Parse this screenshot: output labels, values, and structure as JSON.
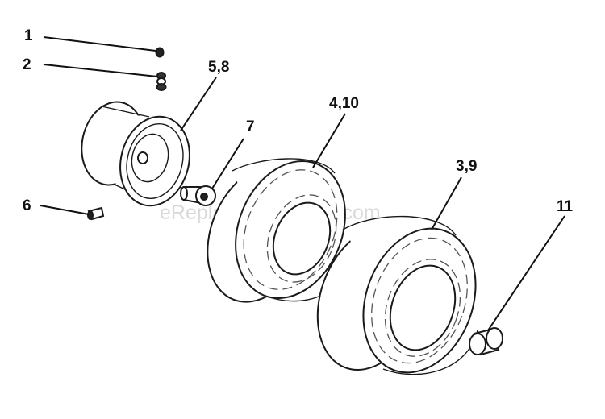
{
  "watermark": "eReplacementParts.com",
  "callouts": {
    "c1": "1",
    "c2": "2",
    "c58": "5,8",
    "c7": "7",
    "c410": "4,10",
    "c39": "3,9",
    "c6": "6",
    "c11": "11"
  },
  "colors": {
    "line": "#111111",
    "watermark": "#d9d9d9",
    "background": "#ffffff"
  }
}
